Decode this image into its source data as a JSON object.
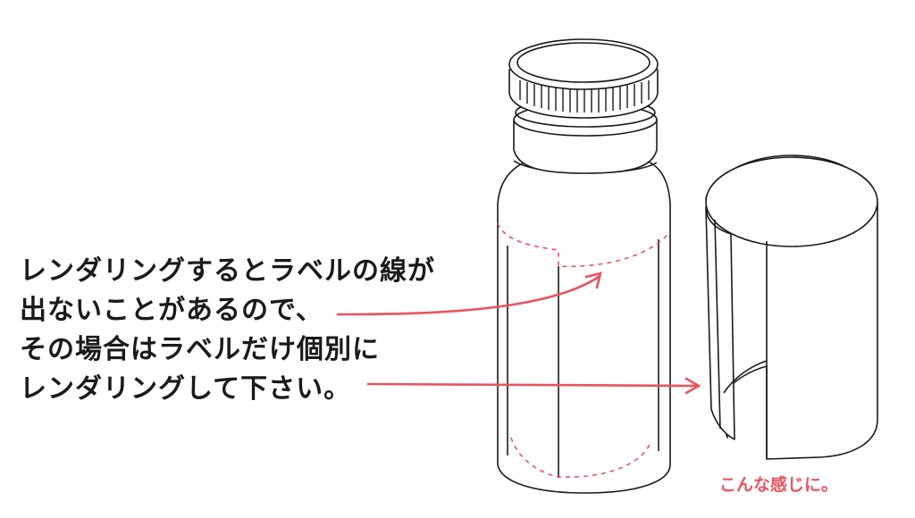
{
  "instruction_lines": [
    "レンダリングするとラベルの線が",
    "出ないことがあるので、",
    "その場合はラベルだけ個別に",
    "レンダリングして下さい。"
  ],
  "note": "こんな感じに。",
  "colors": {
    "line": "#1a1a1a",
    "accent": "#e8545f",
    "background": "#ffffff"
  }
}
